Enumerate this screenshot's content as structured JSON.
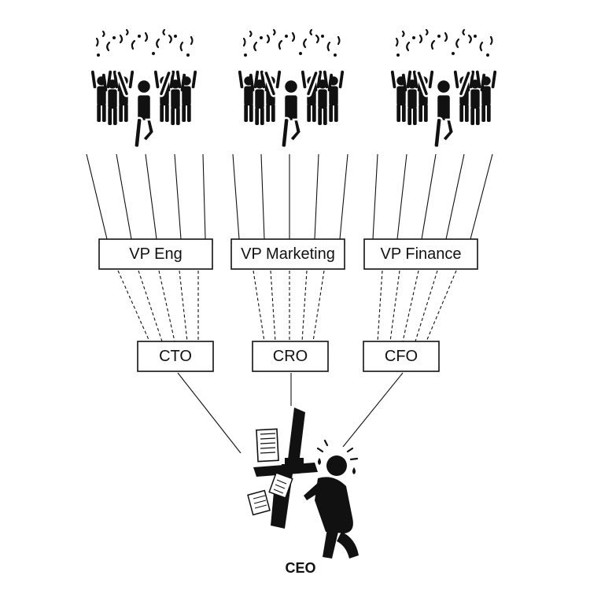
{
  "org": {
    "vps": [
      {
        "label": "VP Eng"
      },
      {
        "label": "VP Marketing"
      },
      {
        "label": "VP Finance"
      }
    ],
    "csuite": [
      {
        "label": "CTO"
      },
      {
        "label": "CRO"
      },
      {
        "label": "CFO"
      }
    ],
    "ceo": {
      "label": "CEO"
    }
  },
  "icons": {
    "team": "celebrating-crowd-icon",
    "ceo": "stressed-ceo-at-desk-icon"
  }
}
